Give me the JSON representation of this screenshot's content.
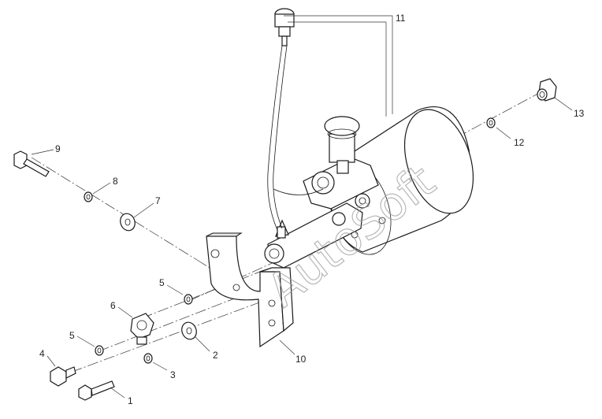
{
  "watermark": "AutoSoft",
  "callouts": [
    {
      "id": "1",
      "label": "1"
    },
    {
      "id": "2",
      "label": "2"
    },
    {
      "id": "3",
      "label": "3"
    },
    {
      "id": "4",
      "label": "4"
    },
    {
      "id": "5a",
      "label": "5"
    },
    {
      "id": "5b",
      "label": "5"
    },
    {
      "id": "6",
      "label": "6"
    },
    {
      "id": "7",
      "label": "7"
    },
    {
      "id": "8",
      "label": "8"
    },
    {
      "id": "9",
      "label": "9"
    },
    {
      "id": "10",
      "label": "10"
    },
    {
      "id": "11",
      "label": "11"
    },
    {
      "id": "12",
      "label": "12"
    },
    {
      "id": "13",
      "label": "13"
    }
  ]
}
